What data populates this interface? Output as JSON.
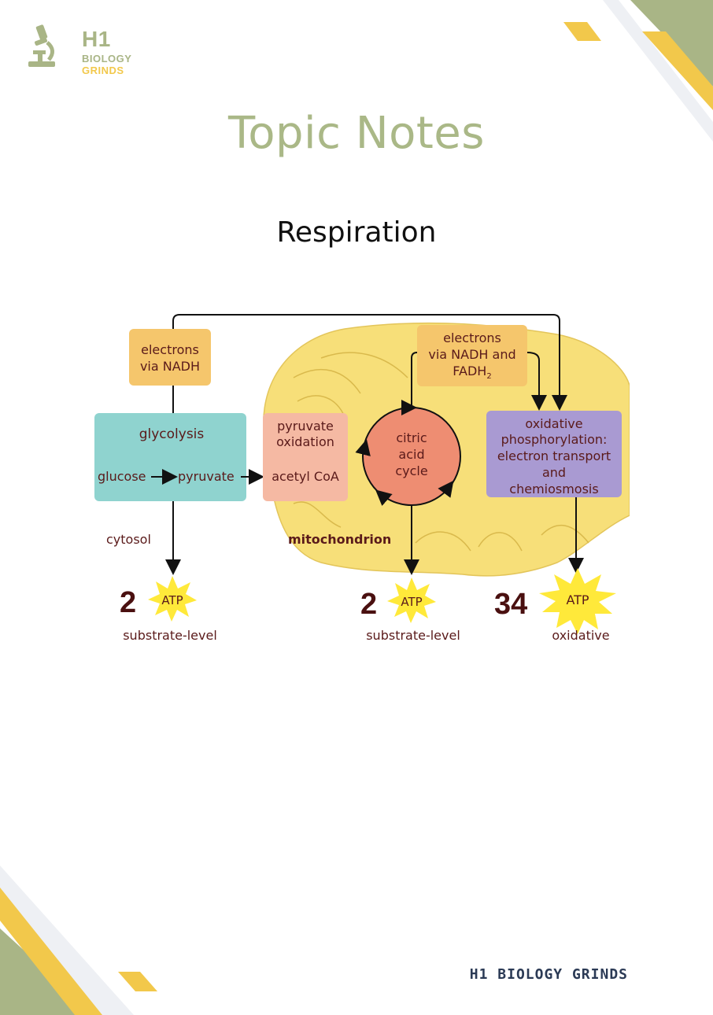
{
  "brand": {
    "logo_line1": "H1",
    "logo_line2": "BIOLOGY",
    "logo_line3": "GRINDS",
    "icon": "microscope-icon",
    "colors": {
      "green": "#a9b586",
      "yellow": "#f2c84b",
      "navy": "#2b3a55"
    }
  },
  "header": {
    "title": "Topic Notes",
    "subtitle": "Respiration"
  },
  "diagram": {
    "electrons_nadh": [
      "electrons",
      "via NADH"
    ],
    "electrons_nadh_fadh": [
      "electrons",
      "via NADH and",
      "FADH",
      "2"
    ],
    "glycolysis": {
      "title": "glycolysis",
      "from": "glucose",
      "to": "pyruvate"
    },
    "pyruvate_oxidation": {
      "title": [
        "pyruvate",
        "oxidation"
      ],
      "product": "acetyl CoA"
    },
    "citric_acid_cycle": [
      "citric",
      "acid",
      "cycle"
    ],
    "oxidative_phosphorylation": [
      "oxidative",
      "phosphorylation:",
      "electron transport",
      "and",
      "chemiosmosis"
    ],
    "cytosol_label": "cytosol",
    "mitochondrion_label": "mitochondrion",
    "atp_yields": [
      {
        "count": "2",
        "label": "ATP",
        "type": "substrate-level"
      },
      {
        "count": "2",
        "label": "ATP",
        "type": "substrate-level"
      },
      {
        "count": "34",
        "label": "ATP",
        "type": "oxidative"
      }
    ],
    "colors": {
      "mitochondrion": "#f7df79",
      "electrons_box": "#f5c66c",
      "glycolysis_box": "#8fd3cf",
      "pyruvate_box": "#f5b9a3",
      "citric_circle": "#ee8d72",
      "oxidative_box": "#a99ad2",
      "atp_star": "#ffe93a",
      "atp_count": "#4a1010"
    }
  },
  "footer": {
    "text": "H1 BIOLOGY GRINDS"
  }
}
